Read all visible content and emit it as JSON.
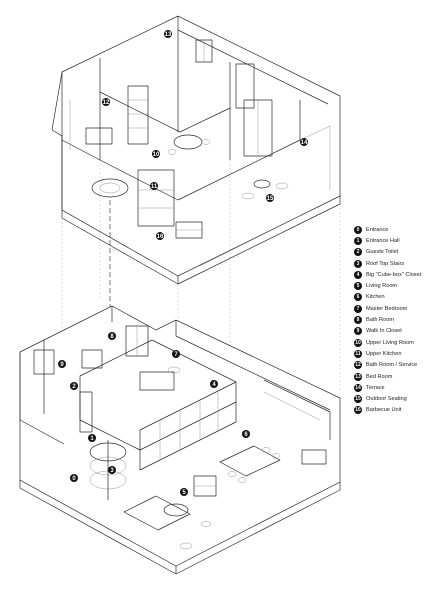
{
  "legend": [
    {
      "num": "0",
      "label": "Entrance"
    },
    {
      "num": "1",
      "label": "Entrance Hall"
    },
    {
      "num": "2",
      "label": "Guests Toilet"
    },
    {
      "num": "3",
      "label": "Roof Top Stairs"
    },
    {
      "num": "4",
      "label": "Big \"Cube-box\" Closet"
    },
    {
      "num": "5",
      "label": "Living Room"
    },
    {
      "num": "6",
      "label": "Kitchen"
    },
    {
      "num": "7",
      "label": "Master Bedroom"
    },
    {
      "num": "8",
      "label": "Bath Room"
    },
    {
      "num": "9",
      "label": "Walk In Closet"
    },
    {
      "num": "10",
      "label": "Upper Living Room"
    },
    {
      "num": "11",
      "label": "Upper Kitchen"
    },
    {
      "num": "12",
      "label": "Bath Room / Service"
    },
    {
      "num": "13",
      "label": "Bed Room"
    },
    {
      "num": "14",
      "label": "Terrace"
    },
    {
      "num": "15",
      "label": "Outdoor Seating"
    },
    {
      "num": "16",
      "label": "Barbecue Unit"
    }
  ]
}
